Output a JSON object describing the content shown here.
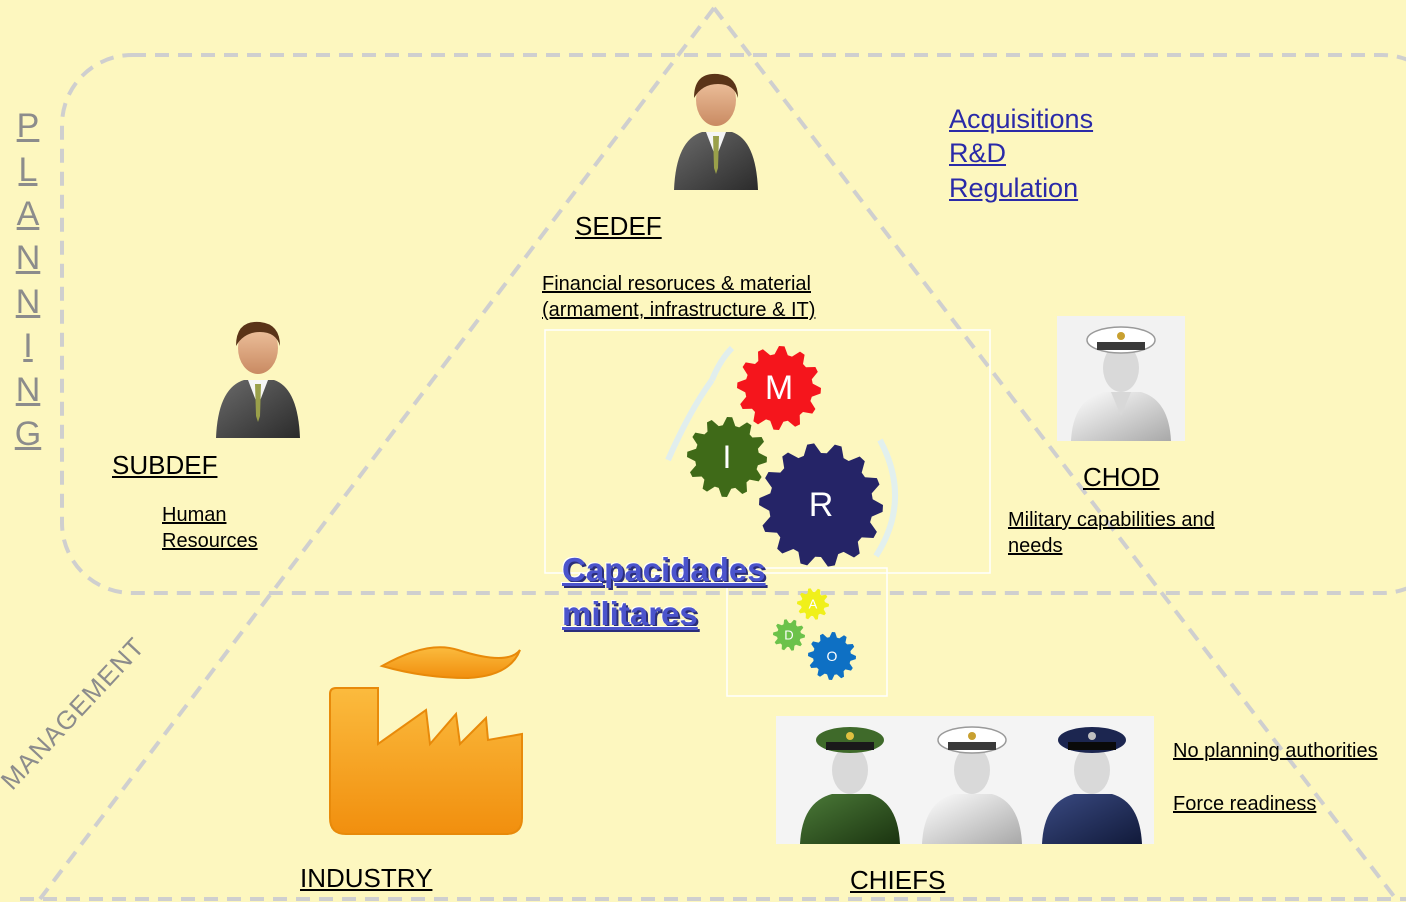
{
  "planning": {
    "letters": [
      "P",
      "L",
      "A",
      "N",
      "N",
      "I",
      "N",
      "G"
    ]
  },
  "management_label": "MANAGEMENT",
  "roles": {
    "sedef": {
      "name": "SEDEF",
      "desc_line1": "Financial resoruces & material",
      "desc_line2": "(armament, infrastructure & IT)"
    },
    "subdef": {
      "name": "SUBDEF",
      "desc_line1": "Human",
      "desc_line2": "Resources"
    },
    "chod": {
      "name": "CHOD",
      "desc_line1": "Military capabilities and",
      "desc_line2": "needs"
    },
    "industry": {
      "name": "INDUSTRY"
    },
    "chiefs": {
      "name": "CHIEFS",
      "note1": "No planning authorities",
      "note2": "Force readiness"
    }
  },
  "functions": [
    "Acquisitions",
    "R&D",
    "Regulation"
  ],
  "capabilities": {
    "line1": "Capacidades",
    "line2": "militares"
  },
  "gears": {
    "m": "M",
    "i": "I",
    "r": "R",
    "a": "A",
    "d": "D",
    "o": "O"
  },
  "colors": {
    "background": "#fdf7bf",
    "dashed_line": "#cfcfcf",
    "gear_m": "#f5151c",
    "gear_i": "#3f6a18",
    "gear_r": "#252467",
    "gear_a": "#f0f01a",
    "gear_d": "#6cc24a",
    "gear_o": "#0e70c4",
    "factory": "#f7a21a",
    "title_blue": "#4b54cc",
    "link_blue": "#2a2aa8"
  }
}
